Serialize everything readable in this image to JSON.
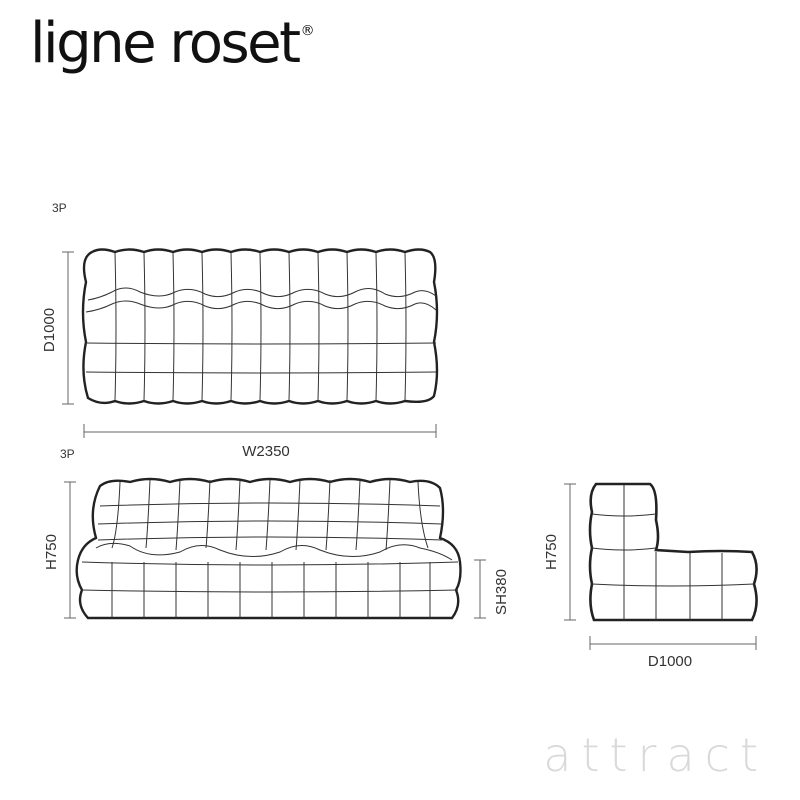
{
  "brand": {
    "logo_text": "ligne roset",
    "registered_mark": "®",
    "watermark": "attract"
  },
  "colors": {
    "line": "#222222",
    "dimension": "#555555",
    "watermark": "#d9d9d9"
  },
  "top_view": {
    "label": "3P",
    "width_label": "W2350",
    "depth_label": "D1000"
  },
  "front_view": {
    "label": "3P",
    "height_label": "H750",
    "seat_height_label": "SH380"
  },
  "side_view": {
    "height_label": "H750",
    "depth_label": "D1000"
  }
}
